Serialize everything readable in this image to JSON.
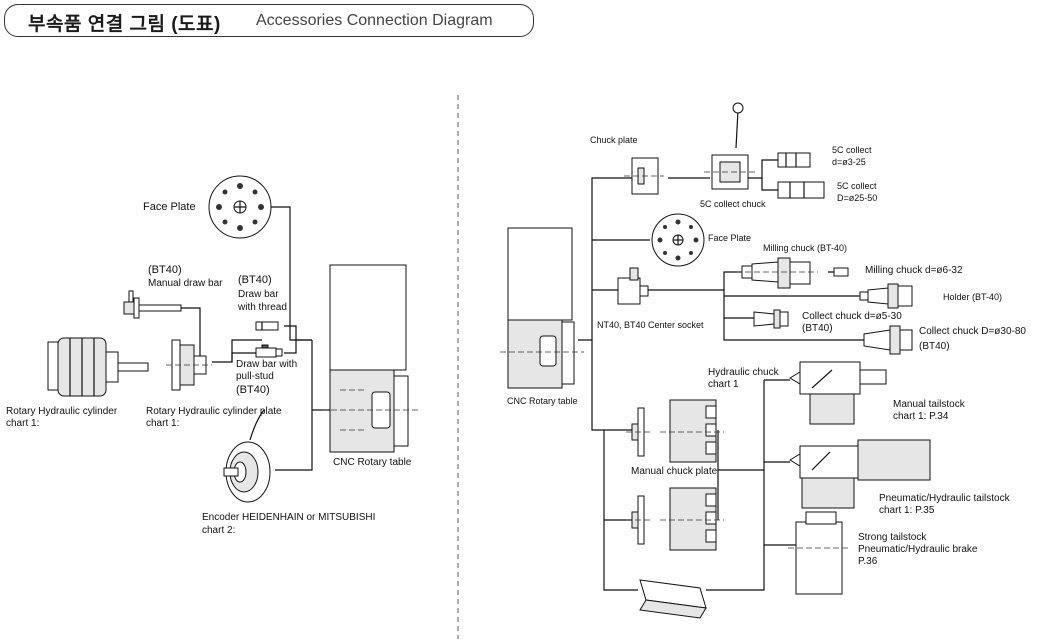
{
  "header": {
    "title_ko": "부속품 연결 그림 (도표)",
    "title_en": "Accessories Connection Diagram"
  },
  "left": {
    "face_plate": "Face Plate",
    "manual_draw_bar": [
      "(BT40)",
      "Manual draw bar"
    ],
    "draw_bar_thread": [
      "(BT40)",
      "Draw bar",
      "with thread"
    ],
    "draw_bar_pull_stud": [
      "Draw bar with",
      "pull-stud",
      "(BT40)"
    ],
    "rotary_hydraulic_cylinder": [
      "Rotary Hydraulic cylinder",
      "chart 1:"
    ],
    "rotary_hydraulic_cylinder_plate": [
      "Rotary Hydraulic cylinder plate",
      "chart 1:"
    ],
    "cnc_rotary_table": "CNC Rotary table",
    "encoder": [
      "Encoder HEIDENHAIN or MITSUBISHI",
      "chart 2:"
    ]
  },
  "right": {
    "chuck_plate": "Chuck plate",
    "collect_5c_chuck": "5C collect chuck",
    "collect_5c_small": [
      "5C collect",
      "d=ø3-25"
    ],
    "collect_5c_large": [
      "5C collect",
      "D=ø25-50"
    ],
    "face_plate": "Face Plate",
    "milling_chuck_bt40": "Milling chuck (BT-40)",
    "milling_chuck": "Milling chuck  d=ø6-32",
    "holder_bt40": "Holder (BT-40)",
    "center_socket": "NT40, BT40 Center socket",
    "collect_chuck_small": [
      "Collect chuck  d=ø5-30",
      "(BT40)"
    ],
    "collect_chuck_large": [
      "Collect chuck  D=ø30-80",
      "(BT40)"
    ],
    "cnc_rotary_table": "CNC Rotary table",
    "hydraulic_chuck": [
      "Hydraulic chuck",
      "chart 1"
    ],
    "manual_chuck_plate": "Manual chuck plate",
    "manual_tailstock": [
      "Manual tailstock",
      "chart 1: P.34"
    ],
    "pneumatic_tailstock": [
      "Pneumatic/Hydraulic tailstock",
      "chart 1: P.35"
    ],
    "strong_tailstock": [
      "Strong tailstock",
      "Pneumatic/Hydraulic brake",
      "P.36"
    ]
  }
}
